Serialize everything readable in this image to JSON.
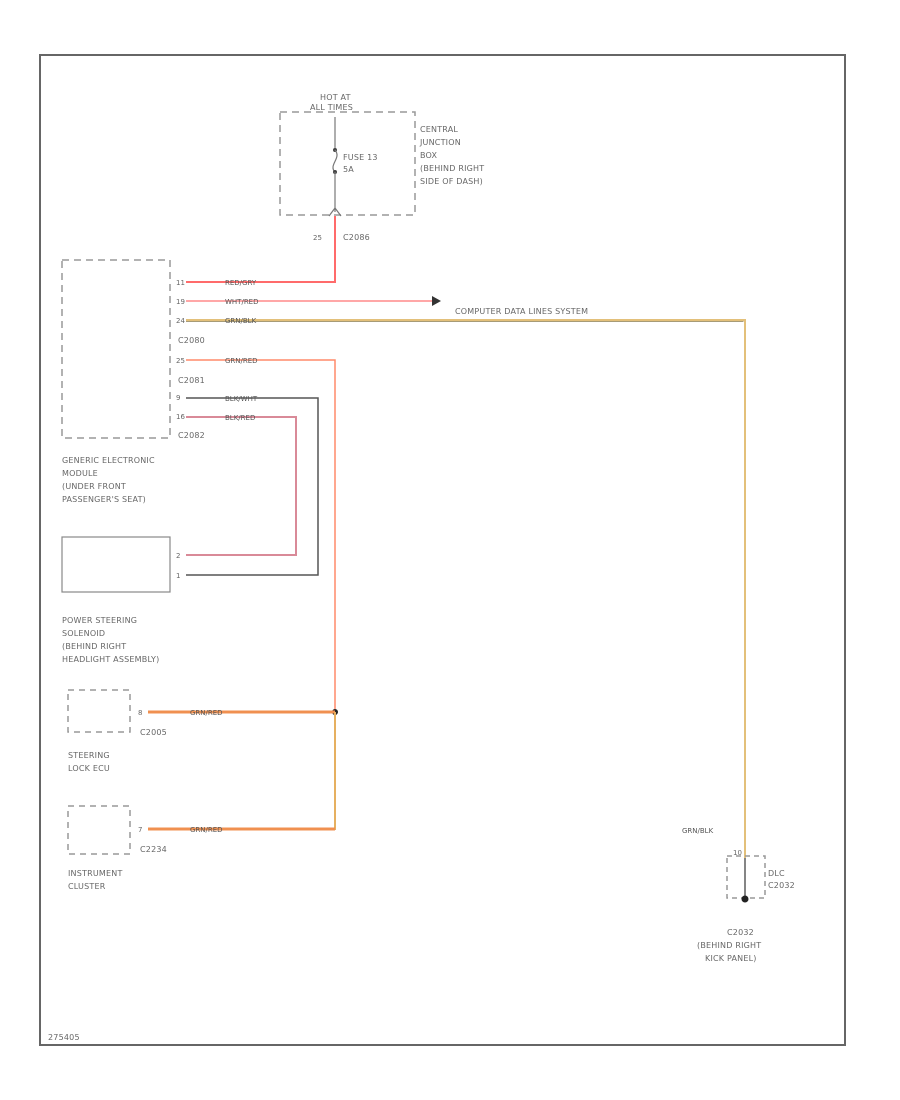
{
  "colors": {
    "red": "#ff7070",
    "orange": "#f0a050",
    "yellow": "#e6c27a",
    "black": "#444444",
    "pink": "#d98a98",
    "frame": "#666666",
    "dashed": "#999999"
  },
  "fuse_box": {
    "hot_line1": "HOT AT",
    "hot_line2": "ALL TIMES",
    "fuse_label1": "FUSE 13",
    "fuse_label2": "5A",
    "location": [
      "CENTRAL",
      "JUNCTION",
      "BOX",
      "(BEHIND RIGHT",
      "SIDE OF DASH)"
    ],
    "pin": "25",
    "connector": "C2086"
  },
  "gem": {
    "name": [
      "GENERIC ELECTRONIC",
      "MODULE",
      "(UNDER FRONT",
      "PASSENGER'S SEAT)"
    ],
    "pins": [
      "11",
      "19",
      "24",
      "25",
      "9",
      "16"
    ],
    "connectors": [
      "C2080",
      "C2081",
      "C2082"
    ],
    "wire_labels": [
      "RED/GRY",
      "WHT/RED",
      "GRN/BLK",
      "GRN/RED",
      "BLK/WHT",
      "BLK/RED"
    ]
  },
  "data_lines": {
    "label": "COMPUTER DATA LINES SYSTEM"
  },
  "solenoid": {
    "name": [
      "POWER STEERING",
      "SOLENOID",
      "(BEHIND RIGHT",
      "HEADLIGHT ASSEMBLY)"
    ],
    "pins": [
      "2",
      "1"
    ],
    "wire_labels": [
      "BLK/RED",
      "BLK/WHT"
    ]
  },
  "steering_lock": {
    "name": [
      "STEERING",
      "LOCK ECU"
    ],
    "pin": "8",
    "connector": "C2005",
    "wire_label": "GRN/RED"
  },
  "cluster": {
    "name": [
      "INSTRUMENT",
      "CLUSTER"
    ],
    "pin": "7",
    "connector": "C2234",
    "wire_label": "GRN/RED"
  },
  "dlc": {
    "wire_label": "GRN/BLK",
    "pin": "10",
    "name1": "DLC",
    "name2": "C2032",
    "location": [
      "C2032",
      "(BEHIND RIGHT",
      "KICK PANEL)"
    ]
  },
  "footer_code": "275405"
}
